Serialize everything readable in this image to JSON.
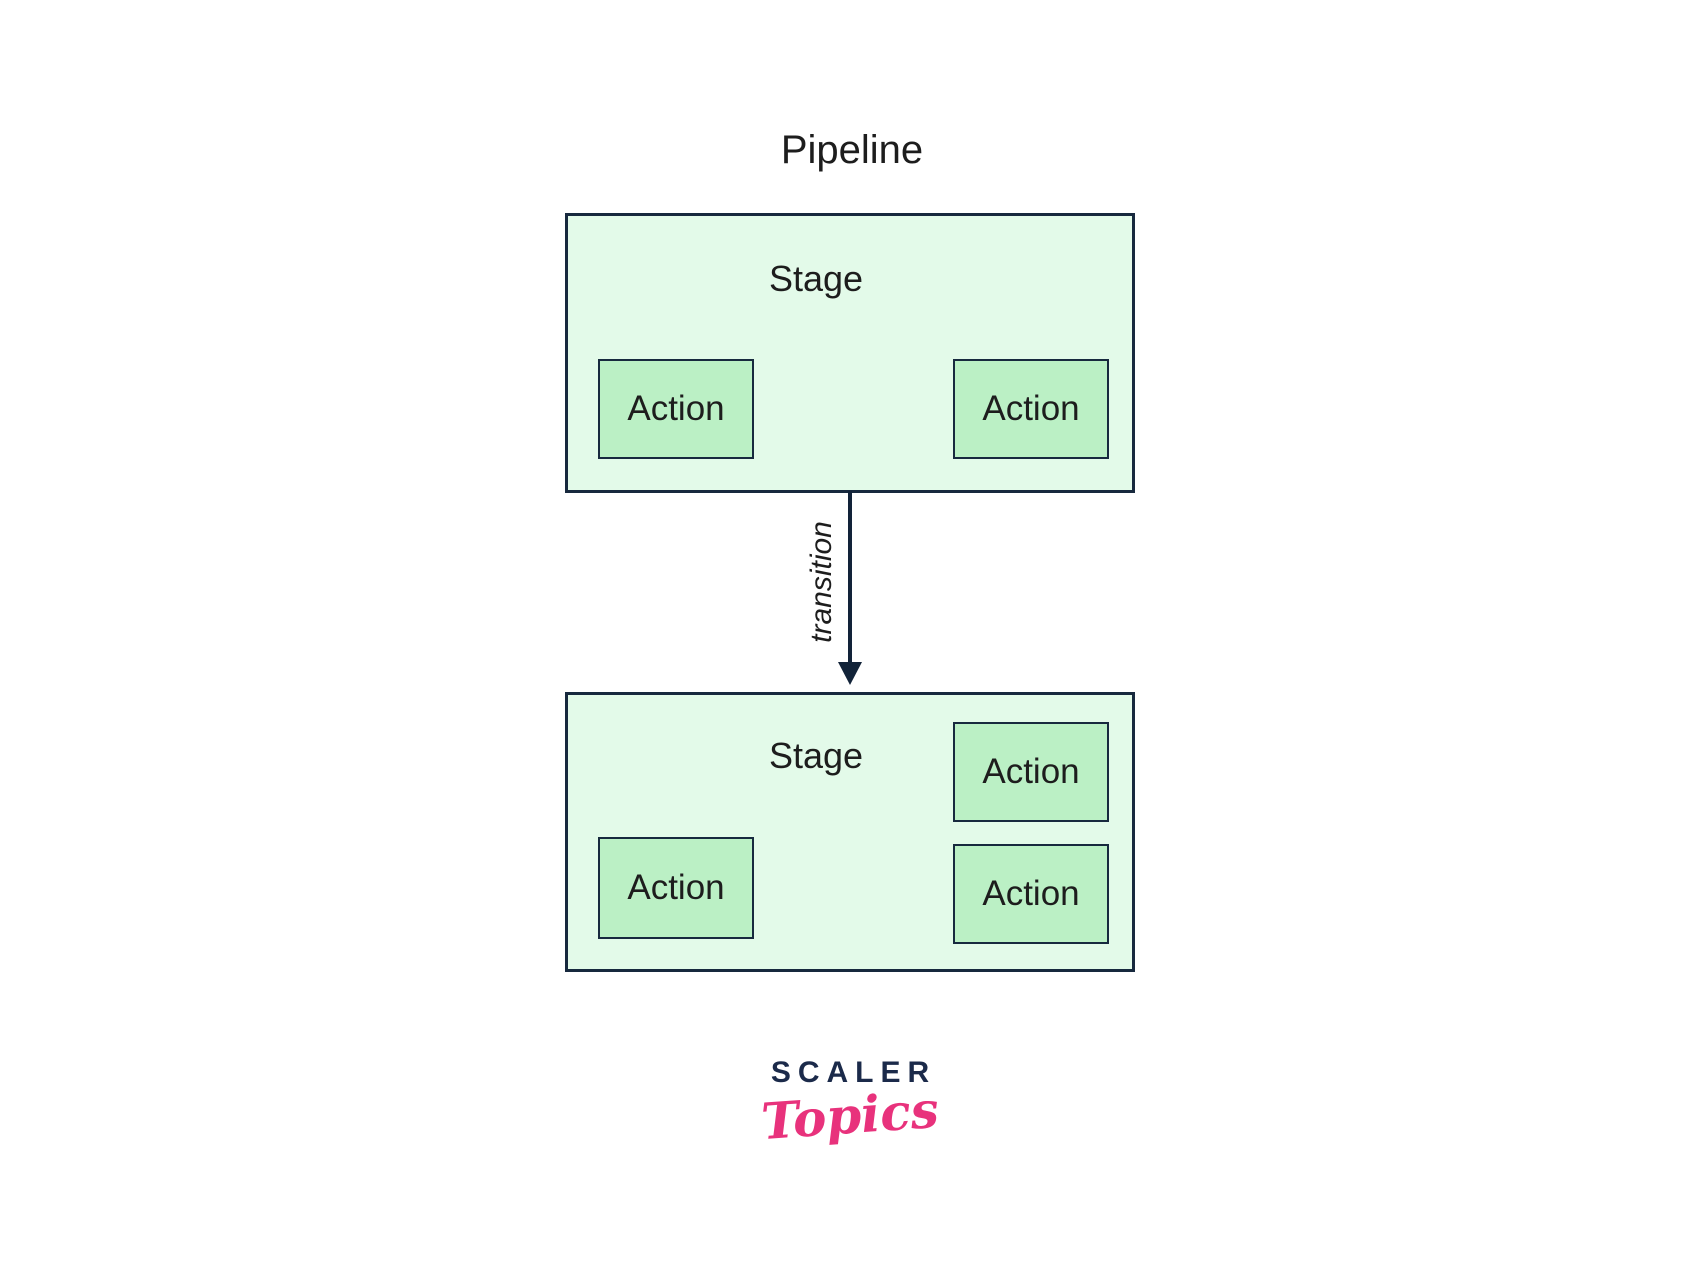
{
  "title": "Pipeline",
  "pipeline": {
    "transition_label": "transition",
    "stages": [
      {
        "label": "Stage",
        "actions": [
          "Action",
          "Action"
        ]
      },
      {
        "label": "Stage",
        "actions": [
          "Action",
          "Action",
          "Action"
        ]
      }
    ]
  },
  "logo": {
    "primary": "SCALER",
    "secondary": "Topics"
  },
  "colors": {
    "canvas_bg": "#ffffff",
    "stage_fill": "#e3fae9",
    "action_fill": "#bbf0c5",
    "border": "#17293e",
    "arrow": "#122339",
    "text": "#1d1d1d",
    "logo_navy": "#1b2a4a",
    "logo_pink": "#e8327c"
  }
}
